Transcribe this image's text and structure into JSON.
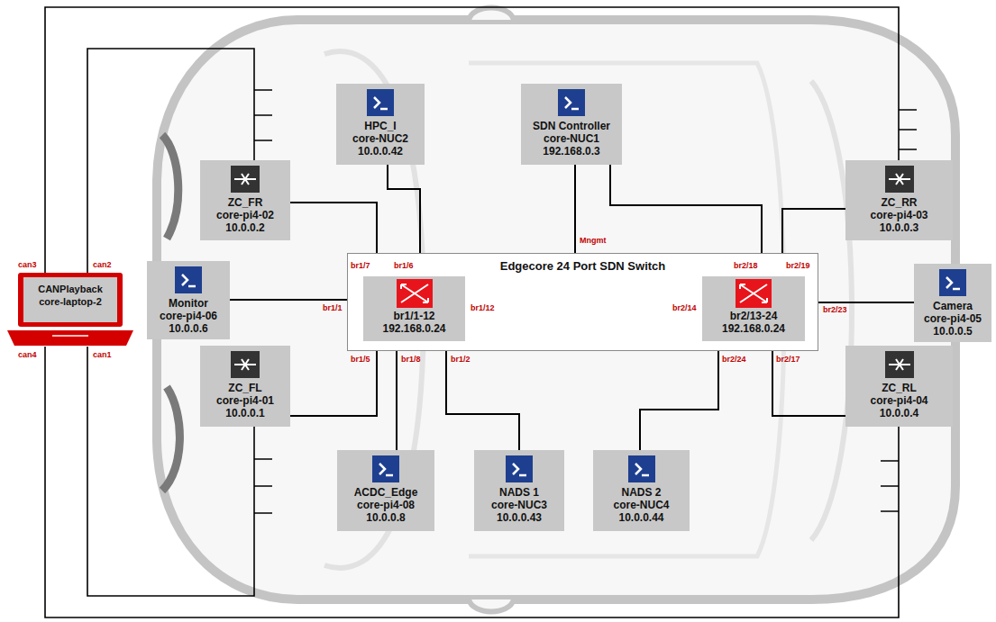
{
  "diagram": {
    "nodes": [
      {
        "text": [
          "HPC_I",
          "core-NUC2",
          "10.0.0.42"
        ]
      },
      {
        "text": [
          "SDN Controller",
          "core-NUC1",
          "192.168.0.3"
        ]
      },
      {
        "text": [
          "ZC_FR",
          "core-pi4-02",
          "10.0.0.2"
        ]
      },
      {
        "text": [
          "ZC_RR",
          "core-pi4-03",
          "10.0.0.3"
        ]
      },
      {
        "text": [
          "CANPlayback",
          "core-laptop-2"
        ]
      },
      {
        "text": [
          "Monitor",
          "core-pi4-06",
          "10.0.0.6"
        ]
      },
      {
        "text": [
          "Edgecore 24 Port SDN Switch"
        ]
      },
      {
        "text": [
          "br1/1-12",
          "192.168.0.24"
        ],
        "in": 6
      },
      {
        "text": [
          "br2/13-24",
          "192.168.0.24"
        ],
        "in": 6
      },
      {
        "text": [
          "Camera",
          "core-pi4-05",
          "10.0.0.5"
        ]
      },
      {
        "text": [
          "ZC_FL",
          "core-pi4-01",
          "10.0.0.1"
        ]
      },
      {
        "text": [
          "ZC_RL",
          "core-pi4-04",
          "10.0.0.4"
        ]
      },
      {
        "text": [
          "ACDC_Edge",
          "core-pi4-08",
          "10.0.0.8"
        ]
      },
      {
        "text": [
          "NADS 1",
          "core-NUC3",
          "10.0.0.43"
        ]
      },
      {
        "text": [
          "NADS 2",
          "core-NUC4",
          "10.0.0.44"
        ]
      }
    ],
    "edges": [
      {
        "from": 2,
        "to": 7,
        "arrow": "none",
        "label": "br1/7"
      },
      {
        "from": 0,
        "to": 7,
        "arrow": "none",
        "label": "br1/6"
      },
      {
        "from": 1,
        "to": 6,
        "arrow": "none",
        "label": "Mngmt"
      },
      {
        "from": 1,
        "to": 8,
        "arrow": "none",
        "label": "br2/18"
      },
      {
        "from": 3,
        "to": 8,
        "arrow": "none",
        "label": "br2/19"
      },
      {
        "from": 5,
        "to": 7,
        "arrow": "none",
        "label": "br1/1"
      },
      {
        "from": 7,
        "to": 8,
        "arrow": "none",
        "label": "br1/12"
      },
      {
        "from": 9,
        "to": 8,
        "arrow": "none",
        "label": "br2/23"
      },
      {
        "from": 10,
        "to": 7,
        "arrow": "none",
        "label": "br1/5"
      },
      {
        "from": 12,
        "to": 7,
        "arrow": "none",
        "label": "br1/8"
      },
      {
        "from": 13,
        "to": 7,
        "arrow": "none",
        "label": "br1/2"
      },
      {
        "from": 14,
        "to": 8,
        "arrow": "none",
        "label": "br2/24"
      },
      {
        "from": 11,
        "to": 8,
        "arrow": "none",
        "label": "br2/17"
      },
      {
        "from": 4,
        "to": 2,
        "arrow": "none",
        "label": "can2"
      },
      {
        "from": 4,
        "to": 3,
        "arrow": "none",
        "label": "can3"
      },
      {
        "from": 4,
        "to": 10,
        "arrow": "none",
        "label": "can1"
      },
      {
        "from": 4,
        "to": 11,
        "arrow": "none",
        "label": "can4"
      }
    ],
    "labels": [
      "br2/14"
    ]
  }
}
